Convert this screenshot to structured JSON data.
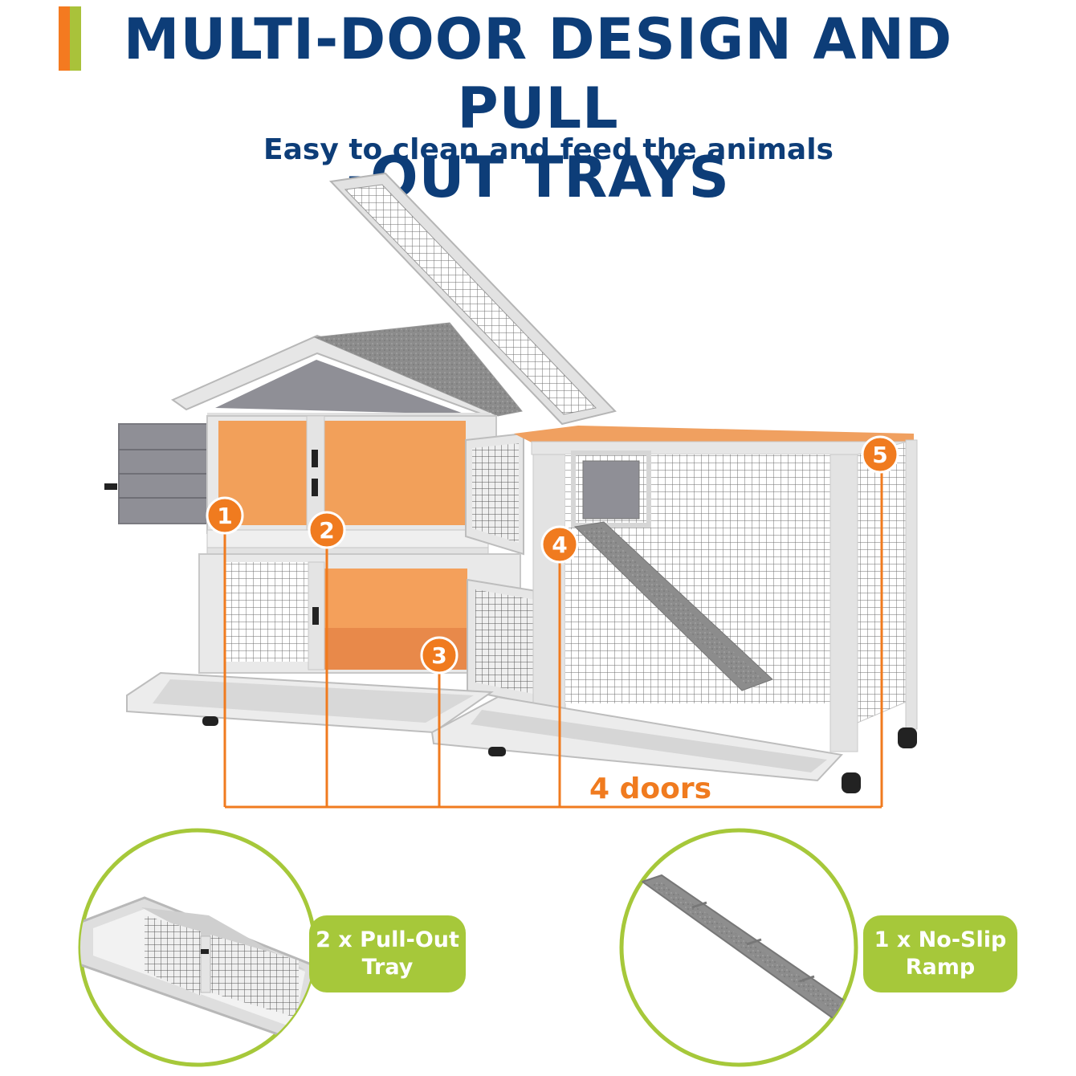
{
  "header": {
    "title_line1": "MULTI-DOOR DESIGN AND PULL",
    "title_line2": "-OUT TRAYS",
    "subtitle": "Easy to clean and feed the animals"
  },
  "diagram": {
    "door_numbers": [
      "1",
      "2",
      "3",
      "4",
      "5"
    ],
    "doors_label": "4 doors"
  },
  "callouts": {
    "tray_line1": "2 x Pull-Out",
    "tray_line2": "Tray",
    "ramp_line1": "1 x No-Slip",
    "ramp_line2": "Ramp"
  },
  "colors": {
    "title": "#0d3d78",
    "accent_orange": "#f07b1f",
    "accent_green": "#a6c83a",
    "wood_grey": "#dadada",
    "roof_grey": "#8f8f96",
    "interior_orange": "#f2a05a"
  }
}
